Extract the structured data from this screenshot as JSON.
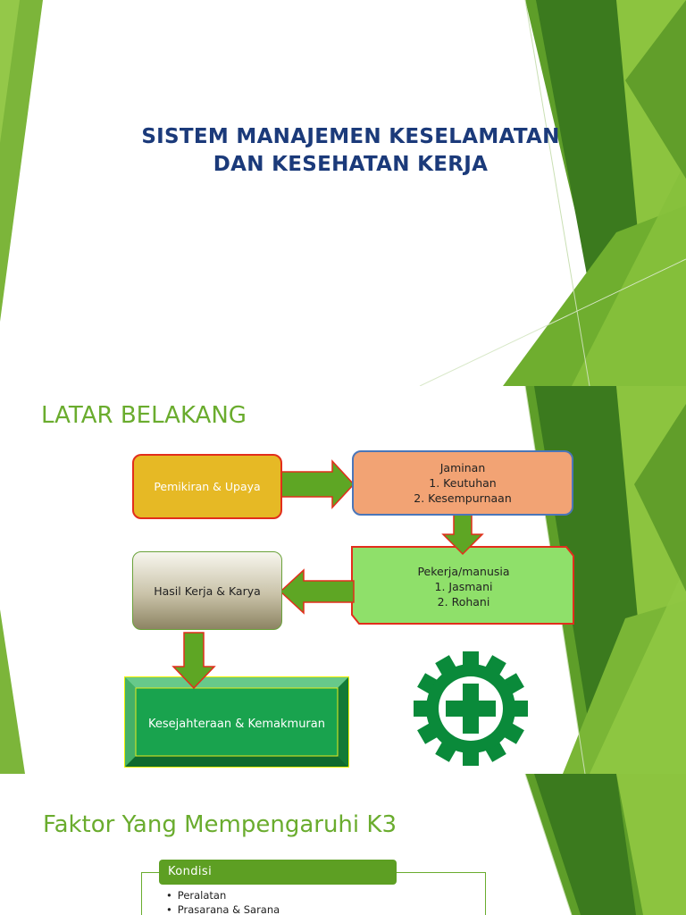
{
  "slide1": {
    "title_line1": "SISTEM MANAJEMEN KESELAMATAN",
    "title_line2": "DAN KESEHATAN KERJA"
  },
  "slide2": {
    "heading": "LATAR BELAKANG",
    "box_pemikiran": "Pemikiran & Upaya",
    "box_jaminan": {
      "title": "Jaminan",
      "item1": "1.  Keutuhan",
      "item2": "2.  Kesempurnaan"
    },
    "box_pekerja": {
      "title": "Pekerja/manusia",
      "item1": "1.  Jasmani",
      "item2": "2.  Rohani"
    },
    "box_hasil": "Hasil Kerja & Karya",
    "box_kesejahteraan": "Kesejahteraan & Kemakmuran",
    "logo_icon": "k3-gear-cross-icon",
    "colors": {
      "logo": "#0a8a3a",
      "arrow": "#5ea624",
      "heading": "#6aac2e"
    }
  },
  "slide3": {
    "heading": "Faktor Yang Mempengaruhi K3",
    "kondisi_label": "Kondisi",
    "kondisi_items": [
      "Peralatan",
      "Prasarana & Sarana"
    ]
  }
}
